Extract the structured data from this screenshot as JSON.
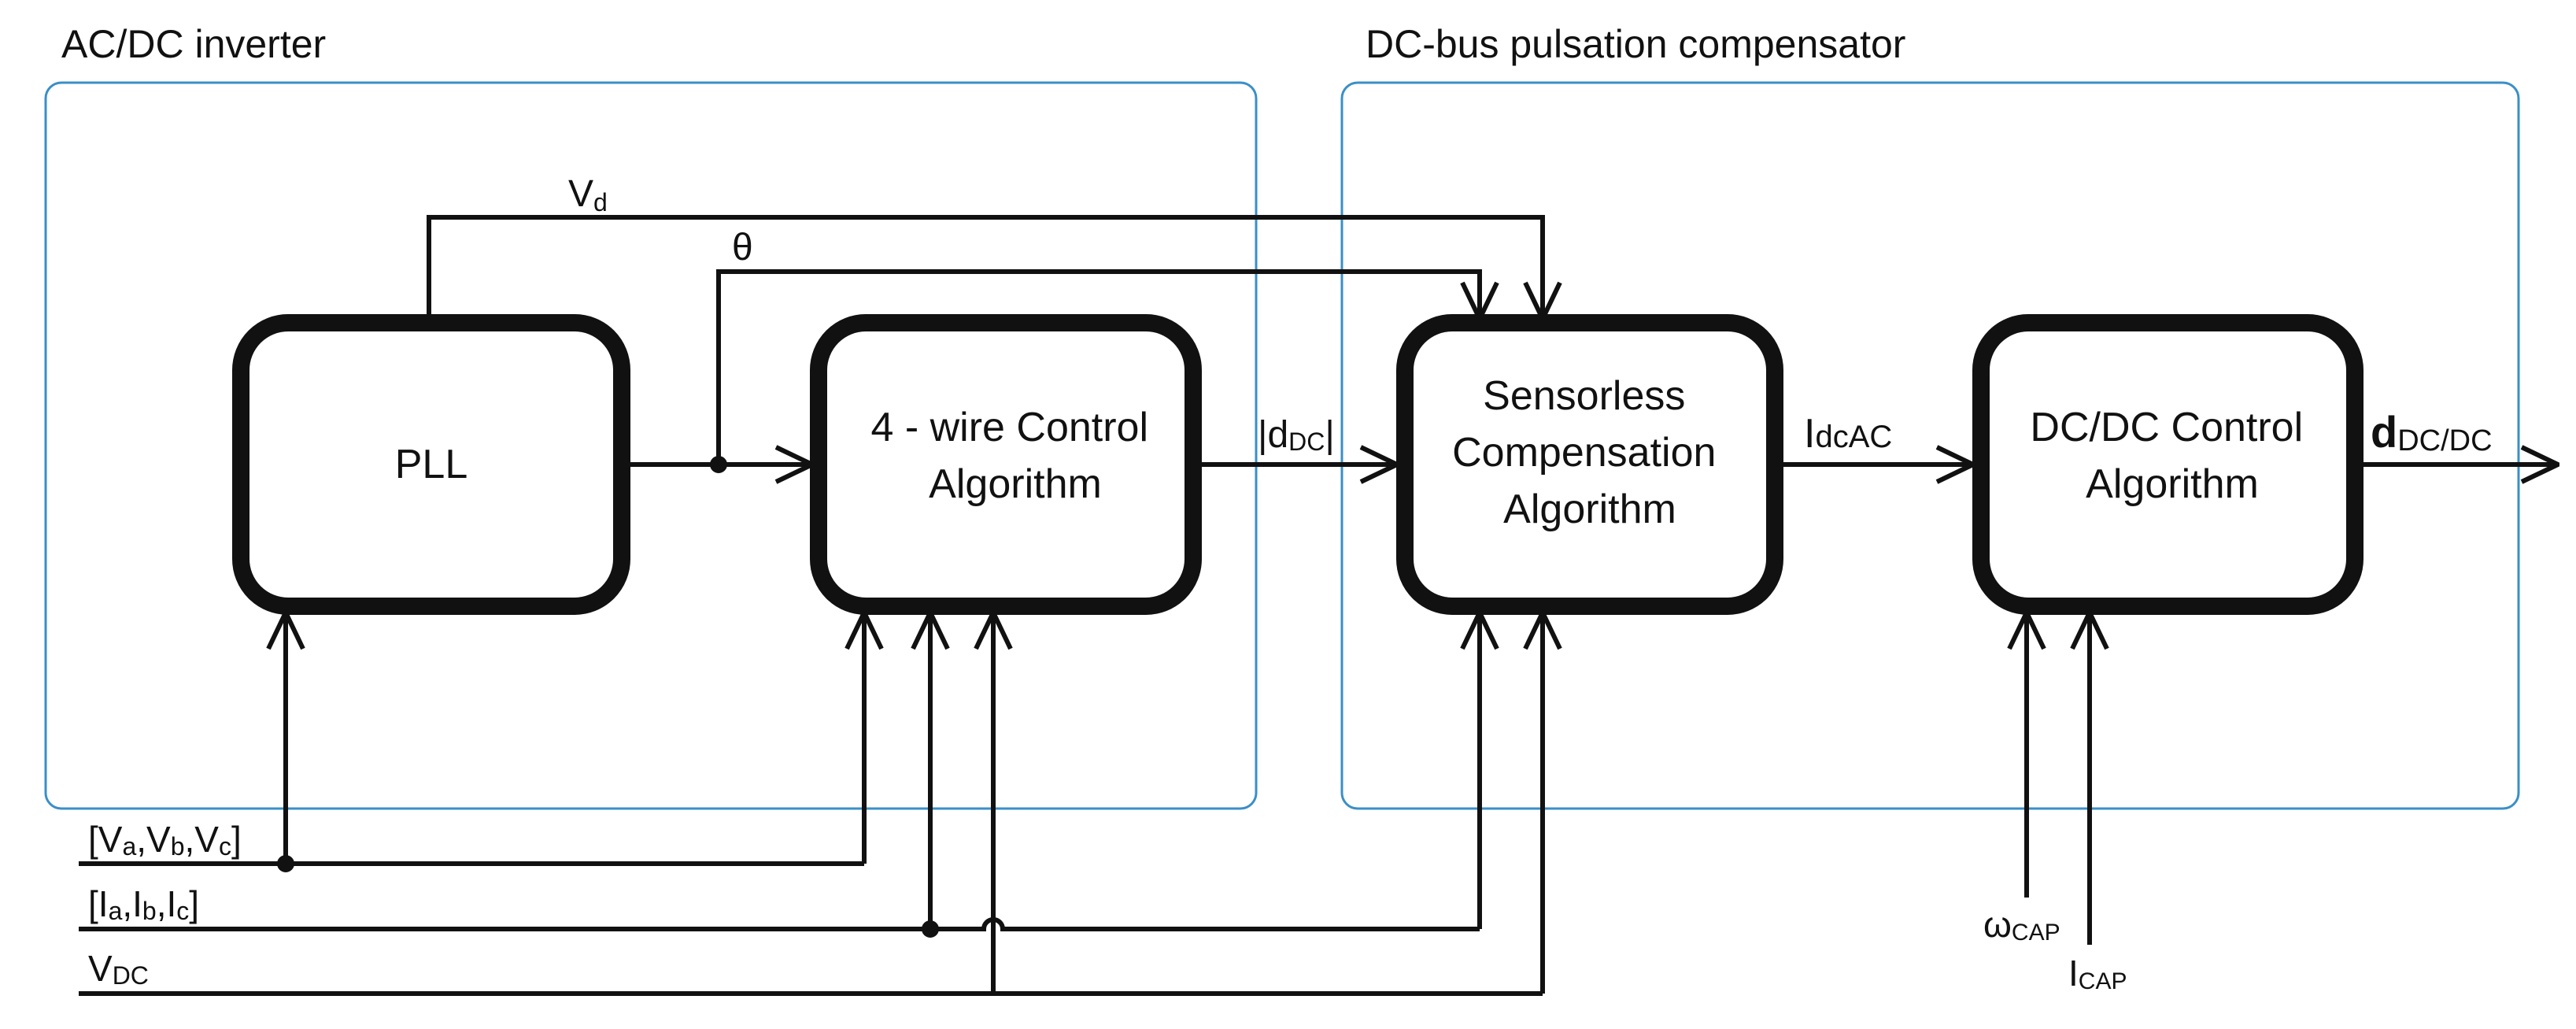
{
  "regions": {
    "inverter": "AC/DC inverter",
    "compensator": "DC-bus pulsation compensator"
  },
  "blocks": {
    "pll": "PLL",
    "control4w": [
      "4 - wire Control",
      "Algorithm"
    ],
    "sensorless": [
      "Sensorless",
      "Compensation",
      "Algorithm"
    ],
    "dcdc": [
      "DC/DC Control",
      "Algorithm"
    ]
  },
  "signals": {
    "vd": {
      "main": "V",
      "sub": "d"
    },
    "theta": "θ",
    "ddc": {
      "main": "|d",
      "sub": "DC",
      "tail": "|"
    },
    "idcac": {
      "main": "I",
      "sub": "dcAC"
    },
    "ddcdc": {
      "main": "d",
      "sub": "DC/DC"
    },
    "vabc": {
      "p1": "[V",
      "s1": "a",
      "p2": ",V",
      "s2": "b",
      "p3": ",V",
      "s3": "c",
      "p4": "]"
    },
    "iabc": {
      "p1": "[I",
      "s1": "a",
      "p2": ",I",
      "s2": "b",
      "p3": ",I",
      "s3": "c",
      "p4": "]"
    },
    "vdc": {
      "main": "V",
      "sub": "DC"
    },
    "wcap": {
      "main": "ω",
      "sub": "CAP"
    },
    "icap": {
      "main": "I",
      "sub": "CAP"
    }
  },
  "colors": {
    "region_border": "#3a8fc8",
    "line": "#111111"
  }
}
